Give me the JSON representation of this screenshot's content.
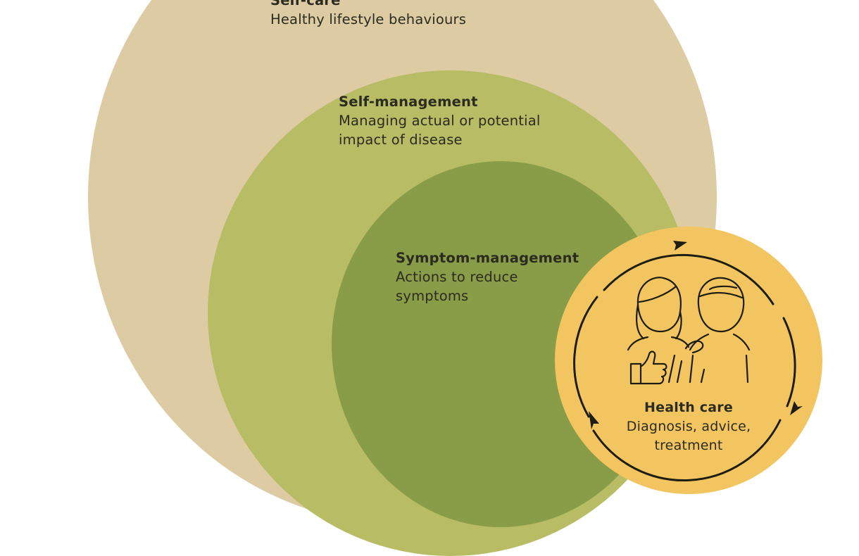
{
  "colors": {
    "self_care": "#ddcba4",
    "self_management": "#b8bc64",
    "symptom_management": "#899c47",
    "health_care": "#f3c560",
    "ink": "#1d1d14"
  },
  "self_care": {
    "title": "Self-care",
    "description": "Healthy lifestyle behaviours"
  },
  "self_management": {
    "title": "Self-management",
    "description_lines": [
      "Managing actual or potential",
      "impact of disease"
    ]
  },
  "symptom_management": {
    "title": "Symptom-management",
    "description_lines": [
      "Actions to reduce",
      "symptoms"
    ]
  },
  "health_care": {
    "title": "Health care",
    "description_lines": [
      "Diagnosis, advice,",
      "treatment"
    ],
    "icon": "patient-and-clinician-icon"
  }
}
